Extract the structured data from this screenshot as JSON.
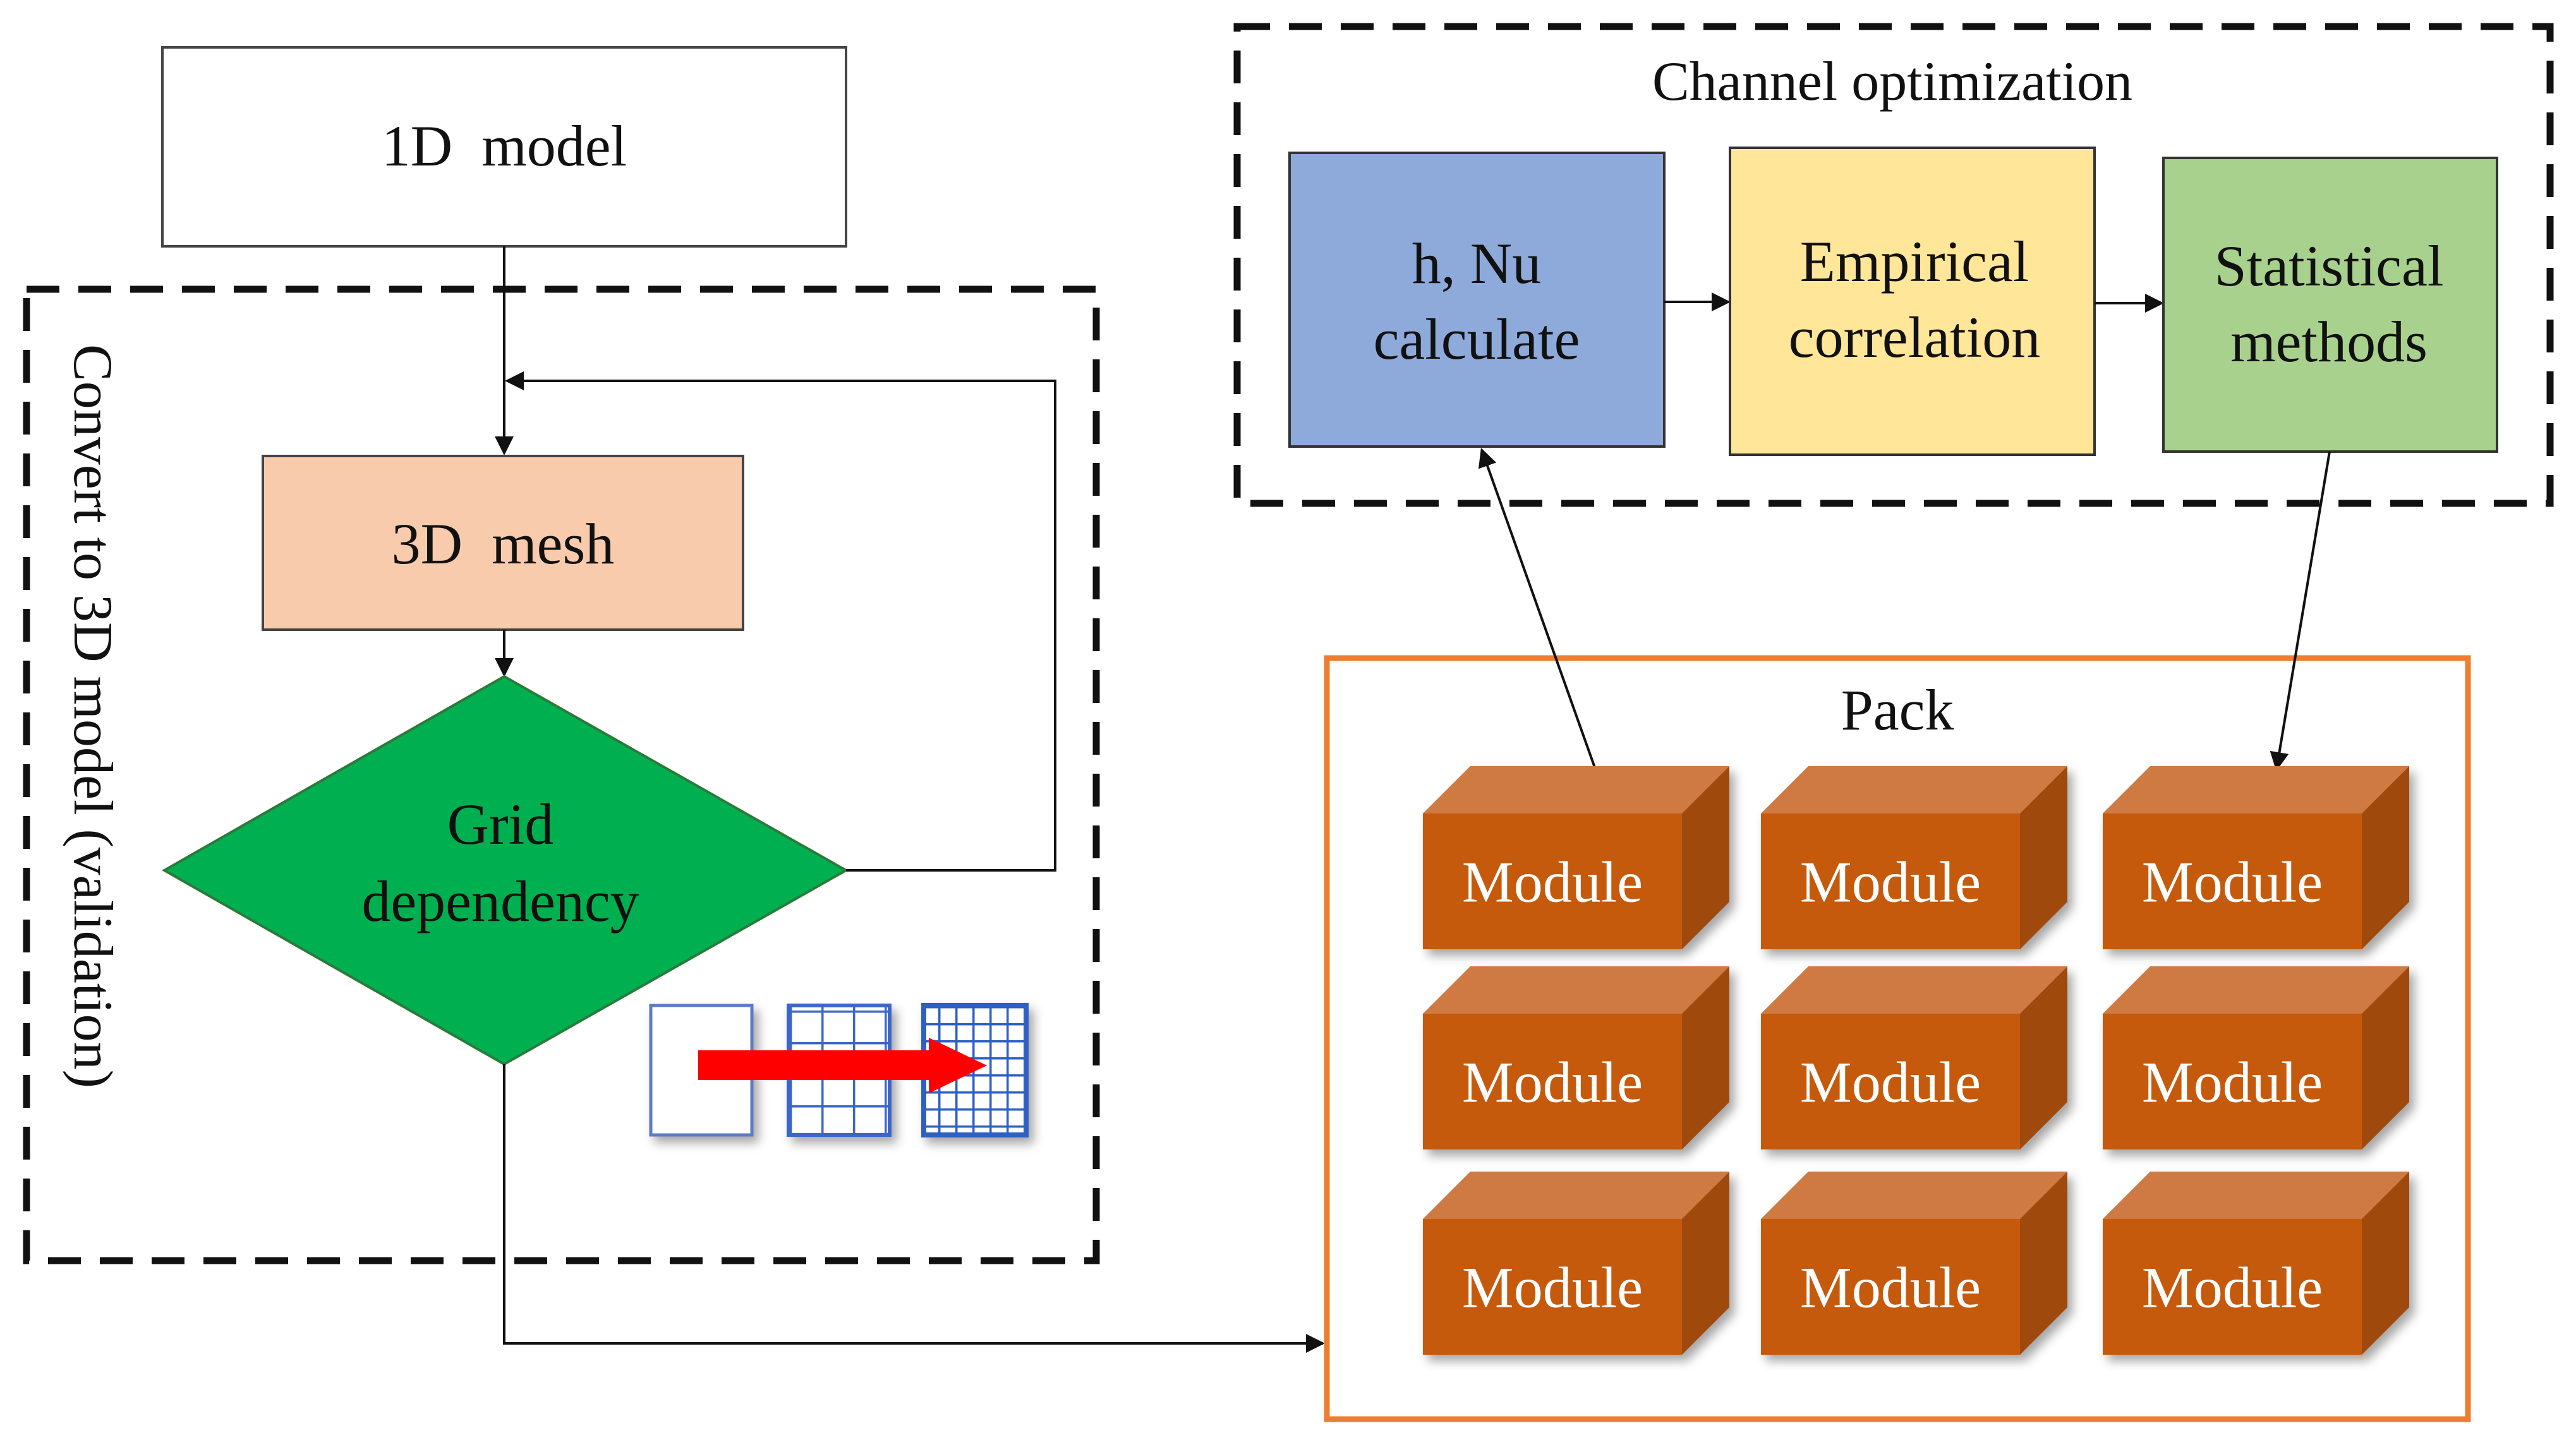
{
  "left_flow": {
    "model_1d": "1D  model",
    "mesh_3d": "3D  mesh",
    "grid_dependency_line1": "Grid",
    "grid_dependency_line2": "dependency",
    "group_label": "Convert to 3D model (validation)"
  },
  "channel_optimization": {
    "title": "Channel optimization",
    "box1_line1": "h, Nu",
    "box1_line2": "calculate",
    "box2_line1": "Empirical",
    "box2_line2": "correlation",
    "box3_line1": "Statistical",
    "box3_line2": "methods"
  },
  "pack": {
    "title": "Pack",
    "modules": [
      "Module",
      "Module",
      "Module",
      "Module",
      "Module",
      "Module",
      "Module",
      "Module",
      "Module"
    ]
  },
  "colors": {
    "mesh_fill": "#f8cbad",
    "diamond_fill": "#00b050",
    "hnu_fill": "#8eaadb",
    "empirical_fill": "#ffe699",
    "statistical_fill": "#a9d18e",
    "pack_border": "#ed7d31",
    "module_front": "#c55a11",
    "module_top": "#cf7a43",
    "module_side": "#a04a10",
    "mesh_icon_blue": "#2f5fc4",
    "arrow_red": "#ff0000"
  }
}
